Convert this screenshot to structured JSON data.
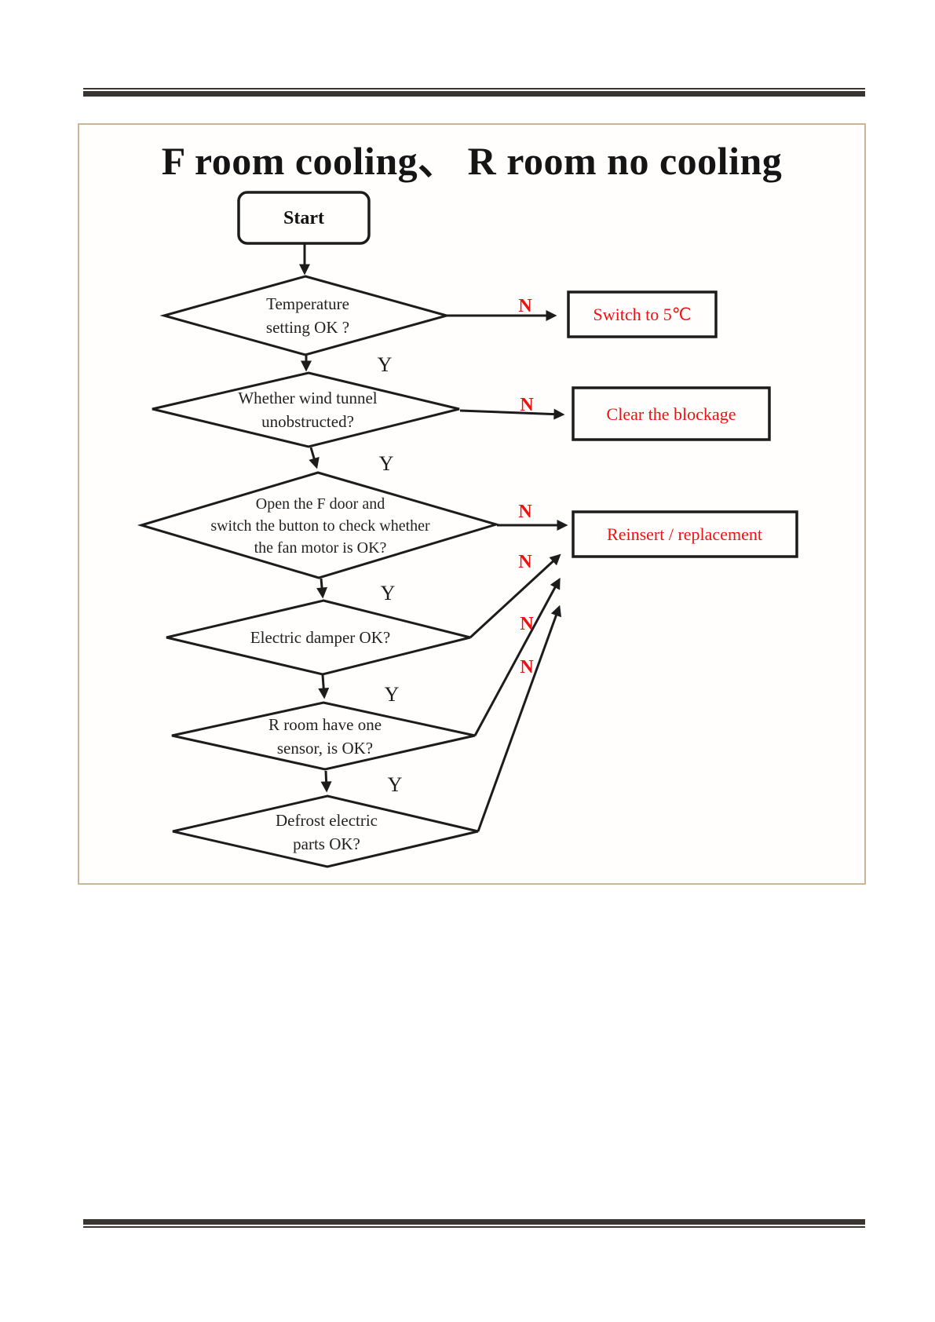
{
  "page": {
    "title": "F room cooling、 R room no cooling"
  },
  "flowchart": {
    "start_label": "Start",
    "yes_label": "Y",
    "no_label": "N",
    "decisions": [
      {
        "lines": [
          "Temperature",
          "setting OK ?"
        ]
      },
      {
        "lines": [
          "Whether wind tunnel",
          "unobstructed?"
        ]
      },
      {
        "lines": [
          "Open the F door and",
          "switch the button to check whether",
          "the fan motor is OK?"
        ]
      },
      {
        "lines": [
          "Electric damper OK?"
        ]
      },
      {
        "lines": [
          "R room have one",
          "sensor, is OK?"
        ]
      },
      {
        "lines": [
          "Defrost electric",
          "parts OK?"
        ]
      }
    ],
    "actions": [
      {
        "label": "Switch to 5℃"
      },
      {
        "label": "Clear the blockage"
      },
      {
        "label": "Reinsert / replacement"
      }
    ],
    "colors": {
      "line": "#1c1c1c",
      "accent_red": "#ee1111",
      "frame_border": "#c8b696",
      "page_rule": "#3a3531"
    }
  }
}
